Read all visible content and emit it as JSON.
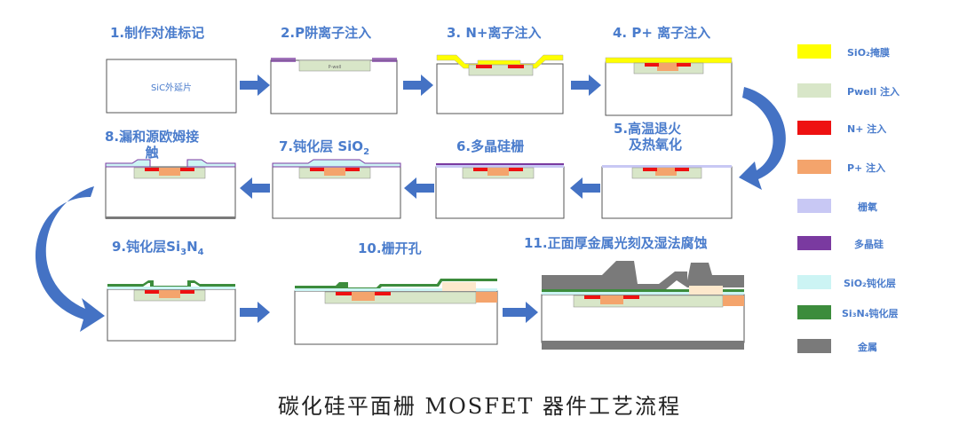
{
  "steps": [
    {
      "id": "1",
      "title": "1.制作对准标记",
      "substrate_label": "SiC外延片"
    },
    {
      "id": "2",
      "title": "2.P阱离子注入",
      "pwell_label": "P-well"
    },
    {
      "id": "3",
      "title": "3. N+离子注入"
    },
    {
      "id": "4",
      "title": "4. P+ 离子注入"
    },
    {
      "id": "5",
      "title_line1": "5.高温退火",
      "title_line2": "及热氧化"
    },
    {
      "id": "6",
      "title": "6.多晶硅栅"
    },
    {
      "id": "7",
      "title_prefix": "7.钝化层 SiO",
      "title_sub": "2"
    },
    {
      "id": "8",
      "title_line1": "8.漏和源欧姆接",
      "title_line2": "触"
    },
    {
      "id": "9",
      "title_prefix": "9.钝化层Si",
      "title_sub1": "3",
      "title_mid": "N",
      "title_sub2": "4"
    },
    {
      "id": "10",
      "title": "10.栅开孔"
    },
    {
      "id": "11",
      "title": "11.正面厚金属光刻及湿法腐蚀"
    }
  ],
  "legend": [
    {
      "label": "SiO₂掩膜",
      "color": "#ffff00"
    },
    {
      "label": "Pwell 注入",
      "color": "#d8e6c8"
    },
    {
      "label": "N+ 注入",
      "color": "#ee1111"
    },
    {
      "label": "P+ 注入",
      "color": "#f4a46c"
    },
    {
      "label": "栅氧",
      "color": "#c8c8f4"
    },
    {
      "label": "多晶硅",
      "color": "#7a3aa0"
    },
    {
      "label": "SiO₂钝化层",
      "color": "#ccf4f4"
    },
    {
      "label": "Si₃N₄钝化层",
      "color": "#3c8c3c"
    },
    {
      "label": "金属",
      "color": "#7a7a7a"
    }
  ],
  "caption": "碳化硅平面栅 MOSFET 器件工艺流程",
  "colors": {
    "title_blue": "#4a7ccc",
    "arrow_blue": "#4472c4",
    "substrate": "#ffffff",
    "pwell": "#d8e6c8",
    "nplus": "#ee1111",
    "pplus": "#f4a46c",
    "oxide_mask": "#ffff00",
    "gate_oxide": "#c8c8f4",
    "poly": "#7a3aa0",
    "sio2_pass": "#ccf4f4",
    "sin_pass": "#3c8c3c",
    "metal": "#7a7a7a"
  }
}
